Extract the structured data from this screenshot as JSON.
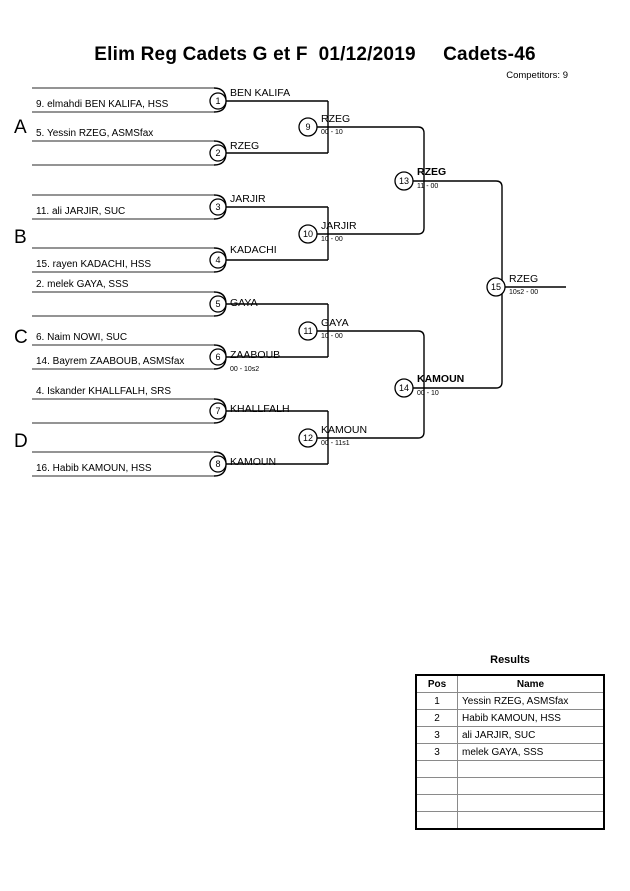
{
  "header": {
    "title": "Elim Reg Cadets G et F  01/12/2019     Cadets-46",
    "competitors": "Competitors: 9"
  },
  "groups": [
    {
      "letter": "A"
    },
    {
      "letter": "B"
    },
    {
      "letter": "C"
    },
    {
      "letter": "D"
    }
  ],
  "round1": [
    {
      "num": "1",
      "entry": "9. elmahdi BEN KALIFA, HSS",
      "winner": "BEN KALIFA",
      "score": ""
    },
    {
      "num": "2",
      "entry": "5. Yessin RZEG, ASMSfax",
      "winner": "RZEG",
      "score": ""
    },
    {
      "num": "3",
      "entry": "11. ali JARJIR, SUC",
      "winner": "JARJIR",
      "score": ""
    },
    {
      "num": "4",
      "entry": "15. rayen KADACHI, HSS",
      "winner": "KADACHI",
      "score": ""
    },
    {
      "num": "5",
      "entry": "2. melek GAYA, SSS",
      "winner": "GAYA",
      "score": ""
    },
    {
      "num": "6",
      "entry1": "6. Naim NOWI, SUC",
      "entry": "14. Bayrem ZAABOUB, ASMSfax",
      "winner": "ZAABOUB",
      "score": "00 - 10s2"
    },
    {
      "num": "7",
      "entry": "4. Iskander KHALLFALH, SRS",
      "winner": "KHALLFALH",
      "score": ""
    },
    {
      "num": "8",
      "entry": "16. Habib KAMOUN, HSS",
      "winner": "KAMOUN",
      "score": ""
    }
  ],
  "round2": [
    {
      "num": "9",
      "winner": "RZEG",
      "score": "00 - 10"
    },
    {
      "num": "10",
      "winner": "JARJIR",
      "score": "10 - 00"
    },
    {
      "num": "11",
      "winner": "GAYA",
      "score": "10 - 00"
    },
    {
      "num": "12",
      "winner": "KAMOUN",
      "score": "00 - 11s1"
    }
  ],
  "round3": [
    {
      "num": "13",
      "winner": "RZEG",
      "score": "11 - 00"
    },
    {
      "num": "14",
      "winner": "KAMOUN",
      "score": "00 - 10"
    }
  ],
  "final": {
    "num": "15",
    "winner": "RZEG",
    "score": "10s2 - 00"
  },
  "results": {
    "title": "Results",
    "columns": [
      "Pos",
      "Name"
    ],
    "rows": [
      {
        "pos": "1",
        "name": "Yessin RZEG, ASMSfax"
      },
      {
        "pos": "2",
        "name": "Habib KAMOUN, HSS"
      },
      {
        "pos": "3",
        "name": "ali JARJIR, SUC"
      },
      {
        "pos": "3",
        "name": "melek GAYA, SSS"
      },
      {
        "pos": "",
        "name": ""
      },
      {
        "pos": "",
        "name": ""
      },
      {
        "pos": "",
        "name": ""
      },
      {
        "pos": "",
        "name": ""
      }
    ]
  },
  "colors": {
    "line": "#000000",
    "entry_line": "#555555",
    "table_grid": "#8a8a8a"
  }
}
